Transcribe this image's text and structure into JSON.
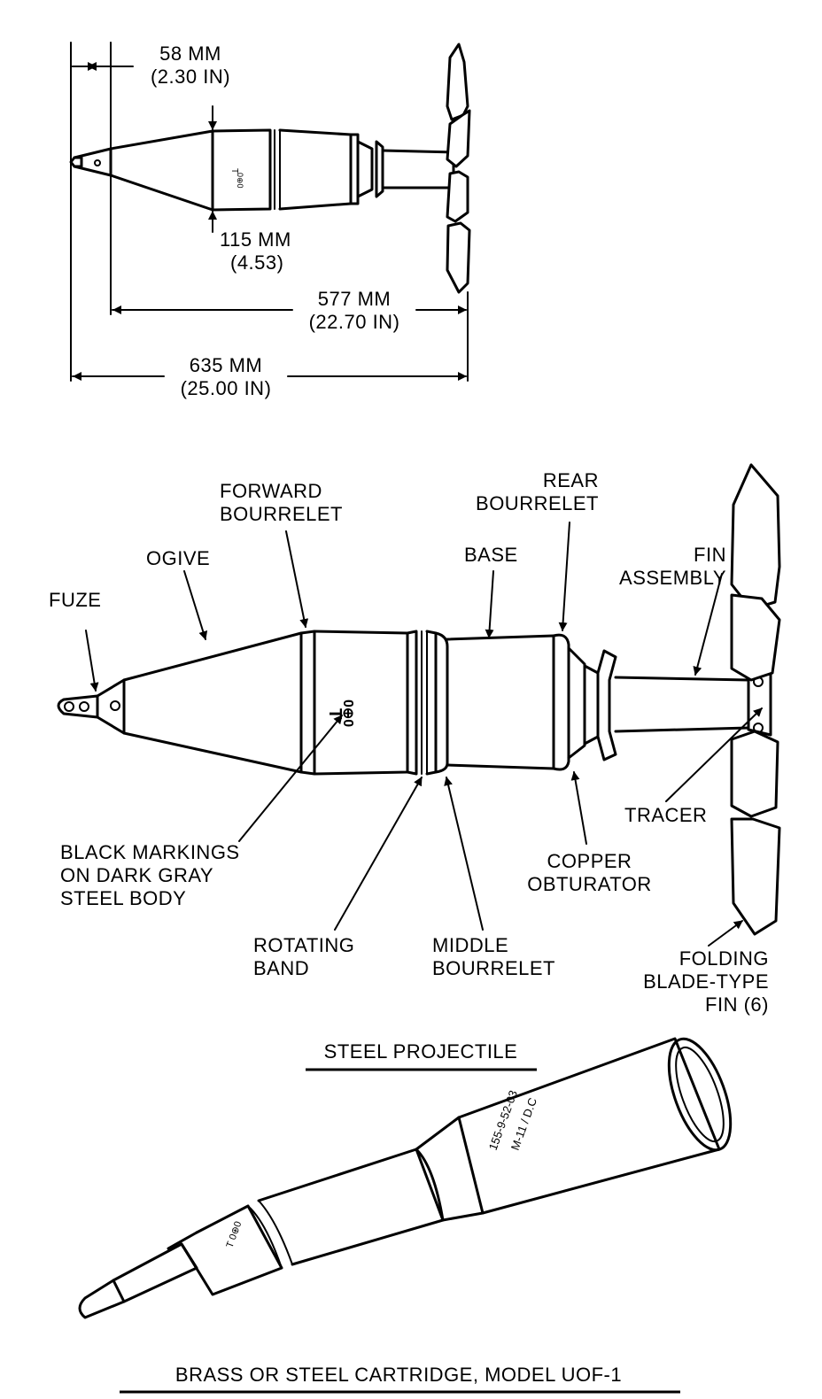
{
  "dimensions": {
    "nose_length": [
      "58 MM",
      "(2.30 IN)"
    ],
    "body_diameter": [
      "115 MM",
      "(4.53)"
    ],
    "body_length": [
      "577 MM",
      "(22.70 IN)"
    ],
    "overall_length": [
      "635 MM",
      "(25.00 IN)"
    ]
  },
  "parts": {
    "fuze": "FUZE",
    "ogive": "OGIVE",
    "forward_bourrelet": [
      "FORWARD",
      "BOURRELET"
    ],
    "base": "BASE",
    "rear_bourrelet": [
      "REAR",
      "BOURRELET"
    ],
    "fin_assembly": [
      "FIN",
      "ASSEMBLY"
    ],
    "tracer": "TRACER",
    "markings": [
      "BLACK MARKINGS",
      "ON DARK GRAY",
      "STEEL BODY"
    ],
    "rotating_band": [
      "ROTATING",
      "BAND"
    ],
    "middle_bourrelet": [
      "MIDDLE",
      "BOURRELET"
    ],
    "copper_obturator": [
      "COPPER",
      "OBTURATOR"
    ],
    "folding_fin": [
      "FOLDING",
      "BLADE-TYPE",
      "FIN (6)"
    ]
  },
  "captions": {
    "projectile": "STEEL PROJECTILE",
    "cartridge": "BRASS OR STEEL CARTRIDGE, MODEL UOF-1"
  }
}
